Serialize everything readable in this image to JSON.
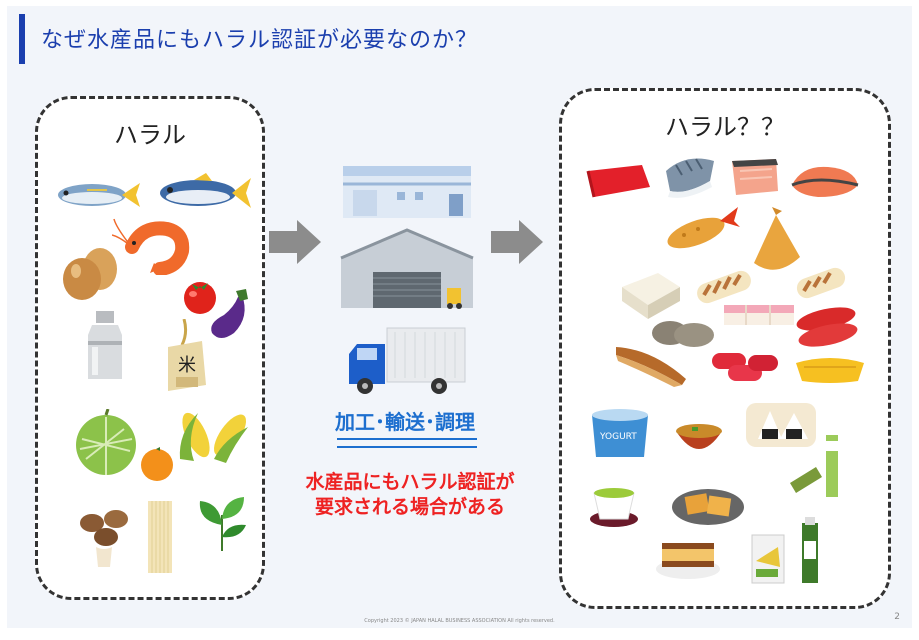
{
  "title": "なぜ水産品にもハラル認証が必要なのか？",
  "left_box": {
    "title": "ハラル"
  },
  "right_box": {
    "title": "ハラル？？"
  },
  "process": {
    "label": "加工･輸送･調理"
  },
  "note": {
    "line1": "水産品にもハラル認証が",
    "line2": "要求される場合がある"
  },
  "footer": "Copyright 2023 © JAPAN HALAL BUSINESS ASSOCIATION  All rights reserved.",
  "page_number": "2",
  "colors": {
    "title": "#1b3fae",
    "process": "#1d6fcf",
    "note": "#ee2222",
    "arrow": "#8c8c8c"
  },
  "icons": {
    "left": [
      "fish-icon",
      "fish-icon",
      "shrimp-icon",
      "eggs-icon",
      "tomato-icon",
      "eggplant-icon",
      "milk-can-icon",
      "rice-bag-icon",
      "melon-icon",
      "corn-icon",
      "orange-icon",
      "mushroom-icon",
      "noodles-icon",
      "tea-leaf-icon"
    ],
    "middle": [
      "factory-icon",
      "warehouse-icon",
      "truck-icon"
    ],
    "right": [
      "tuna-icon",
      "mackerel-icon",
      "salmon-icon",
      "salmon-icon",
      "fried-shrimp-icon",
      "fried-fish-icon",
      "fish-cake-icon",
      "chikuwa-icon",
      "kamaboko-icon",
      "chikuwa-icon",
      "dried-fish-icon",
      "nori-fish-icon",
      "cod-roe-icon",
      "sausage-icon",
      "sea-urchin-icon",
      "yogurt-icon",
      "miso-soup-icon",
      "onigiri-icon",
      "wasabi-icon",
      "green-tea-icon",
      "fried-food-icon",
      "castella-icon",
      "snack-bag-icon",
      "tube-icon"
    ]
  },
  "yogurt_label": "YOGURT",
  "rice_char": "米"
}
